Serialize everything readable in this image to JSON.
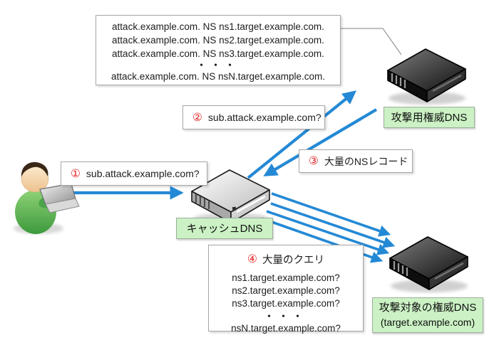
{
  "records_box": {
    "lines": [
      "attack.example.com. NS ns1.target.example.com.",
      "attack.example.com. NS ns2.target.example.com.",
      "attack.example.com. NS ns3.target.example.com.",
      "・・・",
      "attack.example.com. NS nsN.target.example.com."
    ]
  },
  "steps": {
    "step1": {
      "number": "①",
      "label": "sub.attack.example.com?"
    },
    "step2": {
      "number": "②",
      "label": "sub.attack.example.com?"
    },
    "step3": {
      "number": "③",
      "label": "大量のNSレコード"
    },
    "step4": {
      "number": "④",
      "title": "大量のクエリ",
      "queries": [
        "ns1.target.example.com?",
        "ns2.target.example.com?",
        "ns3.target.example.com?",
        "・・・",
        "nsN.target.example.com?"
      ]
    }
  },
  "nodes": {
    "attacker": {
      "icon": "attacker-person-icon"
    },
    "attack_auth_dns": {
      "label": "攻撃用権威DNS",
      "icon": "server-icon"
    },
    "cache_dns": {
      "label": "キャッシュDNS",
      "icon": "server-icon"
    },
    "target_auth_dns": {
      "label": "攻撃対象の権威DNS",
      "sublabel": "(target.example.com)",
      "icon": "server-icon"
    }
  },
  "colors": {
    "arrow_blue": "#2489d5",
    "label_green_bg": "#cbf1c4",
    "label_green_border": "#9cae9c",
    "step_number_red": "#e42222",
    "box_border_gray": "#a6a6a6"
  }
}
